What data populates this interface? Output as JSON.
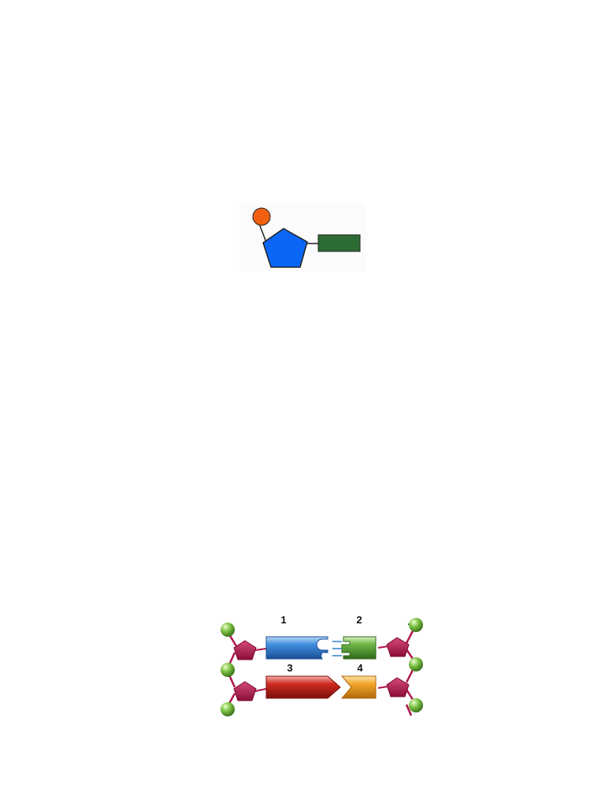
{
  "colors": {
    "phosphate": "#f06010",
    "sugar": "#0a66f5",
    "base": "#2d6b35",
    "backbone_sugar": "#b0154a",
    "backbone_phosphate": "#6fb03a",
    "backbone_line": "#b0154a",
    "base_1": "#2e7fd0",
    "base_2": "#5fa83a",
    "base_3": "#c4201c",
    "base_4": "#f0a022"
  },
  "base_pair": {
    "labels": [
      "1",
      "2",
      "3",
      "4"
    ]
  }
}
